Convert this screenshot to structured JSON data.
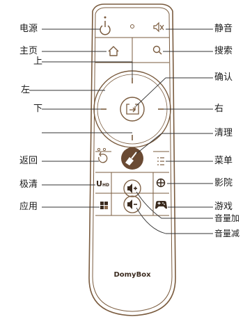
{
  "colors": {
    "outline": "#7a5b3e",
    "leader": "#333333",
    "dark_button": "#6a4a33",
    "text": "#1a1a1a"
  },
  "labels_left": {
    "power": "电源",
    "home": "主页",
    "up": "上",
    "left": "左",
    "down": "下",
    "back": "返回",
    "uhd": "极清",
    "apps": "应用"
  },
  "labels_right": {
    "mute": "静音",
    "search": "搜索",
    "ok": "确认",
    "right": "右",
    "clean": "清理",
    "menu": "菜单",
    "cinema": "影院",
    "games": "游戏",
    "vol_up": "音量加",
    "vol_down": "音量减"
  },
  "remote": {
    "uhd_main": "U",
    "uhd_sub": "HD",
    "brand": "DomyBox"
  },
  "icons": [
    "power-icon",
    "mute-icon",
    "home-icon",
    "search-icon",
    "ok-icon",
    "back-icon",
    "brush-icon",
    "menu-icon",
    "cinema-icon",
    "apps-icon",
    "gamepad-icon",
    "volume-up-icon",
    "volume-down-icon"
  ]
}
